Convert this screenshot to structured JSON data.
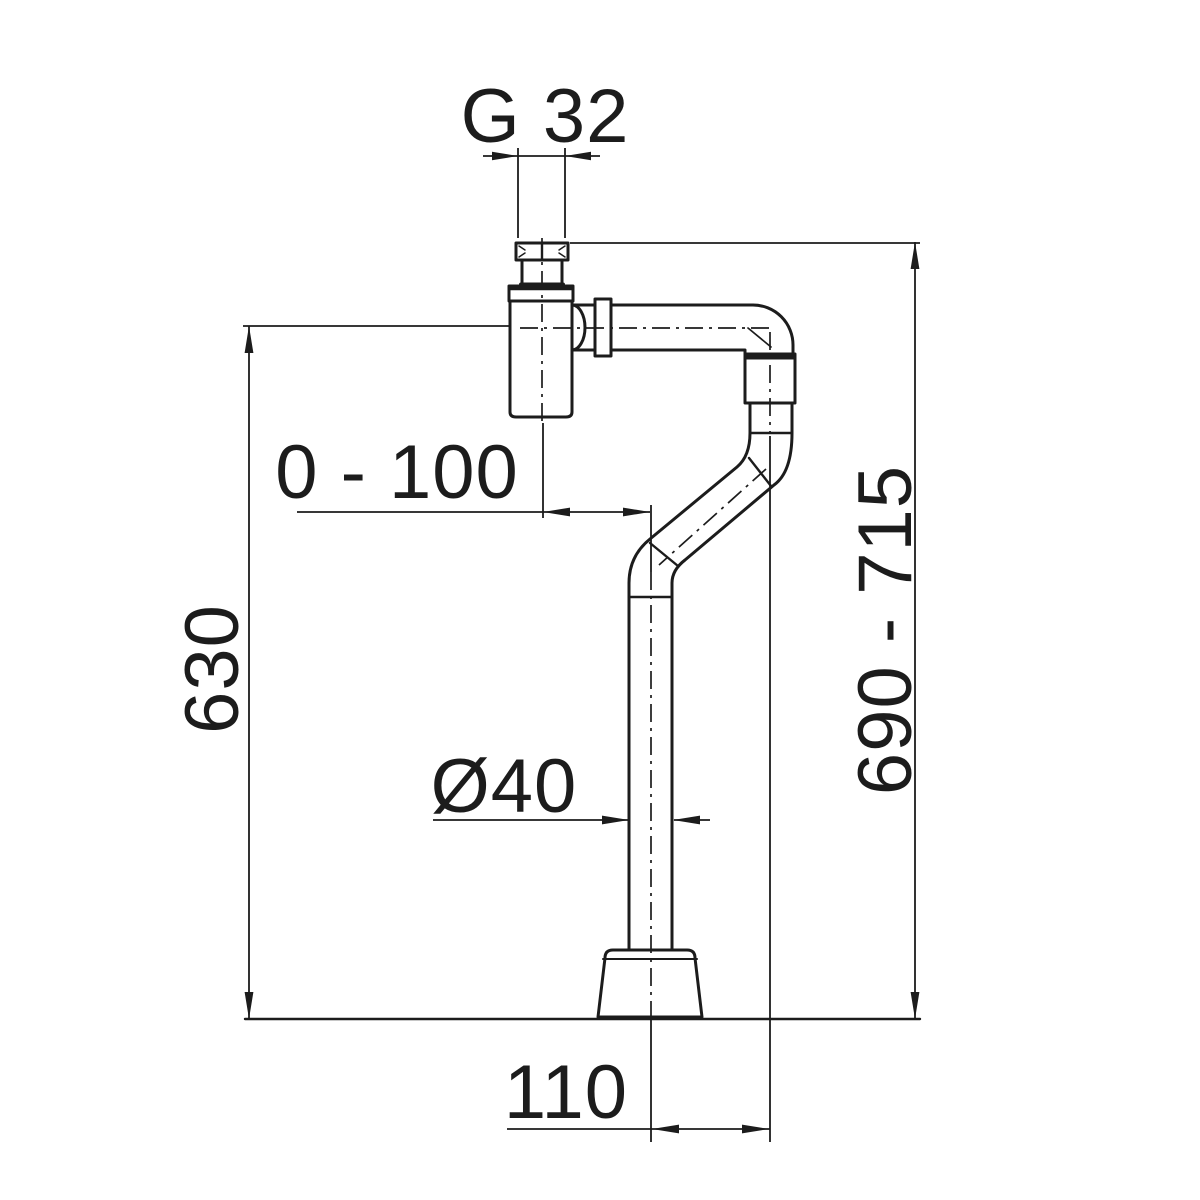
{
  "page": {
    "background": "#ffffff",
    "line_color": "#1c1c1c"
  },
  "drawing": {
    "kind": "technical-dimension-drawing",
    "subject": "bottle trap siphon with floor standpipe outlet",
    "labels": {
      "thread": "G 32",
      "offset_range": "0 - 100",
      "height_left": "630",
      "height_right": "690 - 715",
      "diameter": "Ø40",
      "base_offset": "110"
    }
  }
}
